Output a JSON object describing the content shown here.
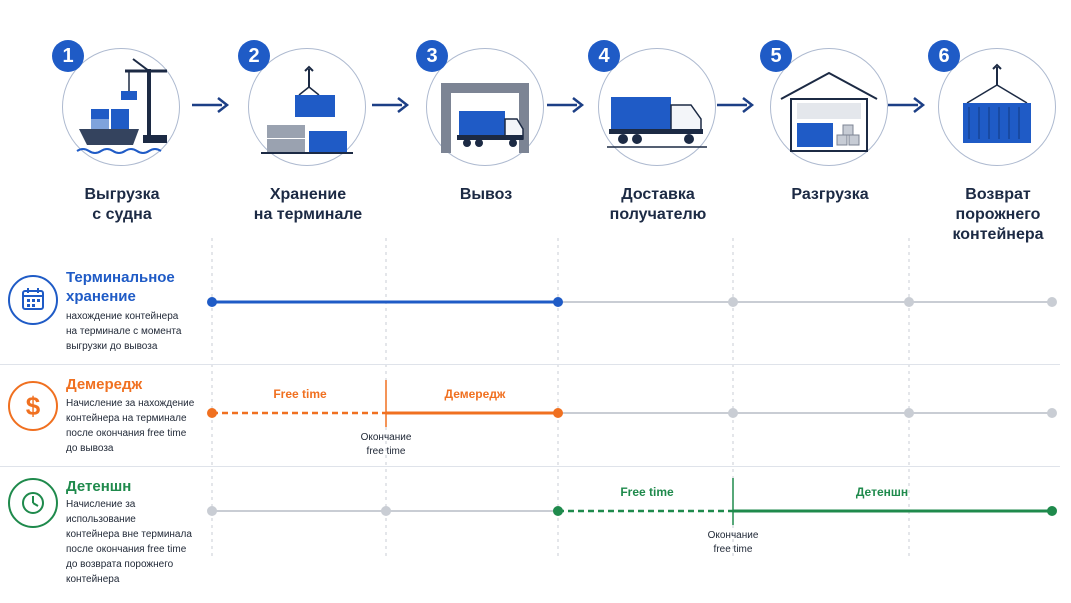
{
  "steps": [
    {
      "num": "1",
      "line1": "Выгрузка",
      "line2": "с судна",
      "line3": ""
    },
    {
      "num": "2",
      "line1": "Хранение",
      "line2": "на терминале",
      "line3": ""
    },
    {
      "num": "3",
      "line1": "Вывоз",
      "line2": "",
      "line3": ""
    },
    {
      "num": "4",
      "line1": "Доставка",
      "line2": "получателю",
      "line3": ""
    },
    {
      "num": "5",
      "line1": "Разгрузка",
      "line2": "",
      "line3": ""
    },
    {
      "num": "6",
      "line1": "Возврат",
      "line2": "порожнего",
      "line3": "контейнера"
    }
  ],
  "rows": {
    "terminal": {
      "title1": "Терминальное",
      "title2": "хранение",
      "desc": [
        "нахождение контейнера",
        "на терминале с момента",
        "выгрузки до вывоза"
      ],
      "color": "#1f5bc6"
    },
    "demurrage": {
      "title1": "Демередж",
      "desc": [
        "Начисление за нахождение",
        "контейнера на терминале",
        "после окончания free time",
        "до вывоза"
      ],
      "free_label": "Free time",
      "paid_label": "Демередж",
      "end_label": [
        "Окончание",
        "free time"
      ],
      "color": "#f07020"
    },
    "detention": {
      "title1": "Детеншн",
      "desc": [
        "Начисление за использование",
        "контейнера вне терминала",
        "после окончания free time",
        "до возврата порожнего",
        "контейнера"
      ],
      "free_label": "Free time",
      "paid_label": "Детеншн",
      "end_label": [
        "Окончание",
        "free time"
      ],
      "color": "#1f8a4c"
    }
  },
  "colors": {
    "accent_blue": "#1f5bc6",
    "navy": "#1c2a44",
    "inactive_line": "#c9cdd4",
    "icon_calendar": "calendar-icon",
    "icon_dollar": "dollar-icon",
    "icon_clock": "clock-icon"
  }
}
